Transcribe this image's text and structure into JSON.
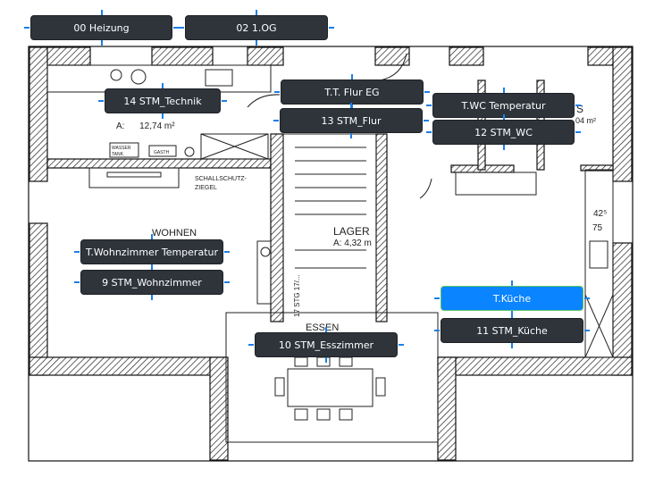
{
  "floor_buttons": {
    "heizung": "00 Heizung",
    "og1": "02 1.OG"
  },
  "rooms": {
    "technik": "14 STM_Technik",
    "flur_temp": "T.T. Flur EG",
    "flur": "13 STM_Flur",
    "wc_temp": "T.WC Temperatur",
    "wc": "12 STM_WC",
    "wohnzimmer_temp": "T.Wohnzimmer Temperatur",
    "wohnzimmer": "9 STM_Wohnzimmer",
    "kueche_temp": "T.Küche",
    "kueche": "11 STM_Küche",
    "esszimmer": "10 STM_Esszimmer"
  },
  "plan_text": {
    "wohnen": "WOHNEN",
    "essen": "ESSEN",
    "lager": "LAGER",
    "lager_area": "A: 4,32 m",
    "technik_area": "A:      12,74 m²",
    "schallschutz": "SCHALLSCHUTZ-",
    "ziegel": "ZIEGEL",
    "wasser": "WASSER",
    "tank": "TANK",
    "gasth": "GASTH",
    "wc_s": "S",
    "wc_area": "04 m²",
    "dim1": "42⁵",
    "dim2": "75",
    "stairs": "17 STG 17/..."
  },
  "colors": {
    "label_bg": "#2f343b",
    "active": "#0a84ff",
    "handle": "#1a7fe8"
  }
}
